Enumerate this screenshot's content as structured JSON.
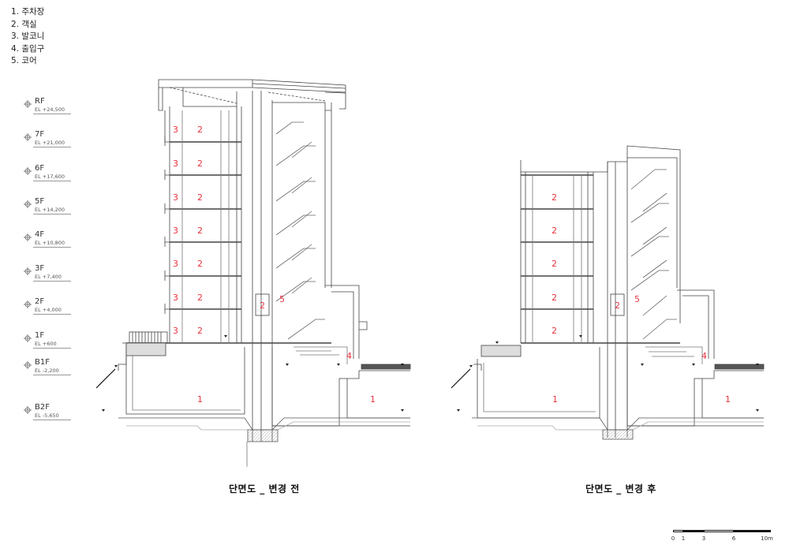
{
  "legend": [
    "1. 주차장",
    "2. 객실",
    "3. 발코니",
    "4. 출입구",
    "5. 코어"
  ],
  "levels": [
    {
      "name": "RF",
      "el": "EL +24,500"
    },
    {
      "name": "7F",
      "el": "EL +21,000"
    },
    {
      "name": "6F",
      "el": "EL +17,600"
    },
    {
      "name": "5F",
      "el": "EL +14,200"
    },
    {
      "name": "4F",
      "el": "EL +10,800"
    },
    {
      "name": "3F",
      "el": "EL +7,400"
    },
    {
      "name": "2F",
      "el": "EL +4,000"
    },
    {
      "name": "1F",
      "el": "EL +600"
    },
    {
      "name": "B1F",
      "el": "EL -2,200"
    },
    {
      "name": "B2F",
      "el": "EL -5,650"
    }
  ],
  "room_labels": {
    "parking": "1",
    "guest_room": "2",
    "balcony": "3",
    "entrance": "4",
    "core": "5"
  },
  "sections": {
    "before": {
      "caption": "단면도 _ 변경 전"
    },
    "after": {
      "caption": "단면도 _ 변경 후"
    }
  },
  "scale_bar": {
    "ticks": [
      "0",
      "1",
      "3",
      "6",
      "10m"
    ]
  },
  "colors": {
    "line": "#444444",
    "label": "#e8333f"
  }
}
